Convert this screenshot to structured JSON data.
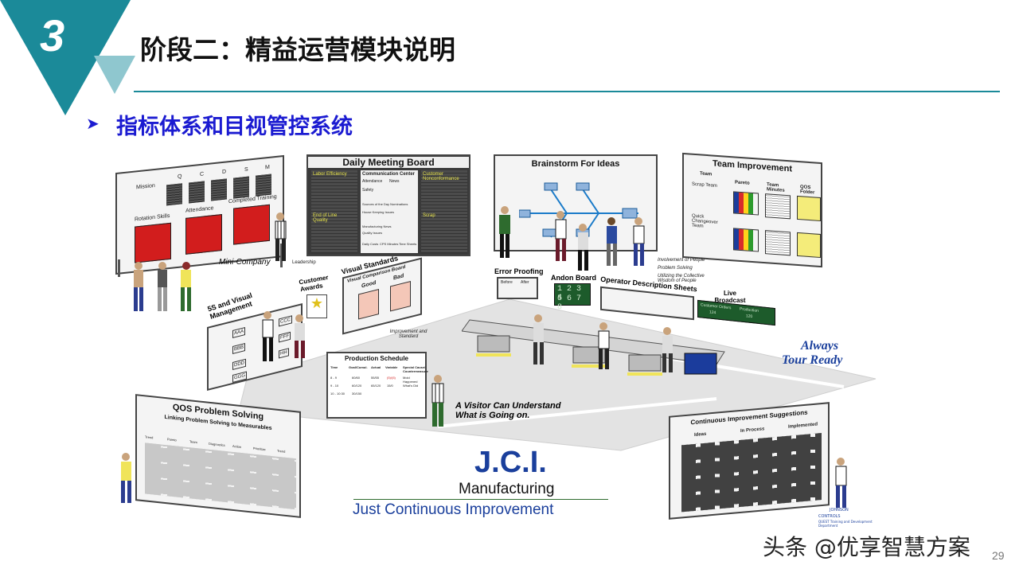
{
  "header": {
    "section_number": "3",
    "title": "阶段二：精益运营模块说明",
    "accent_color": "#1b8a99",
    "light_accent_color": "#8fc7cf"
  },
  "subtitle": {
    "bullet_icon": "arrow-right-icon",
    "text": "指标体系和目视管控系统",
    "color": "#1b1bd1"
  },
  "illustration": {
    "mini_company": {
      "columns": [
        "Mission",
        "Q",
        "C",
        "D",
        "S",
        "M"
      ],
      "labels": [
        "Rotation Skills",
        "Attendance",
        "Completed Training"
      ],
      "caption": "Mini-Company",
      "leadership": "Leadership"
    },
    "daily_meeting_board": {
      "title": "Daily Meeting Board",
      "left_labels": [
        "Labor Efficiency",
        "End of Line Quality"
      ],
      "center_labels": [
        "Communication Center",
        "Attendance",
        "News",
        "Safety",
        "Sources of the Day Nominations",
        "House Keeping Issues",
        "Manufacturing News",
        "Quality Issues",
        "Daily Costs",
        "CPS Minutes",
        "Time Sheets"
      ],
      "right_labels": [
        "Customer Nonconformance",
        "Scrap"
      ]
    },
    "brainstorm": {
      "title": "Brainstorm For Ideas"
    },
    "team_improvement": {
      "title": "Team Improvement",
      "col_headers": [
        "Team",
        "Pareto",
        "Team Minutes",
        "QOS Folder"
      ],
      "rows": [
        "Scrap Team",
        "Quick Changeover Team"
      ]
    },
    "legend_notes": [
      "Involvement of People",
      "Problem Solving",
      "Utilizing the Collective Wisdom of People"
    ],
    "five_s": {
      "title": "5S and Visual Management",
      "bins": [
        "AAA",
        "CCC",
        "BBB",
        "DDD",
        "FFF",
        "GGG",
        "HH"
      ]
    },
    "customer_awards": "Customer Awards",
    "visual_standards": {
      "title": "Visual Standards",
      "subtitle": "Visual Comparison Board",
      "good": "Good",
      "bad": "Bad"
    },
    "improvement_standard": "Improvement and Standard",
    "error_proofing": {
      "title": "Error Proofing",
      "before": "Before",
      "after": "After"
    },
    "andon_board": {
      "title": "Andon Board",
      "row1": "1 2 3 4",
      "row2": "5 6 7 8"
    },
    "operator_sheets": "Operator Description Sheets",
    "live_broadcast": {
      "title": "Live Broadcast",
      "customer_orders_label": "Customer Orders",
      "customer_orders_value": "124",
      "production_label": "Production",
      "production_value": "120"
    },
    "always_tour_ready": [
      "Always",
      "Tour Ready"
    ],
    "production_schedule": {
      "title": "Production Schedule",
      "headers": [
        "Time",
        "Goal/Cumul.",
        "Actual",
        "Variable",
        "Special Cause/ Countermeasure"
      ],
      "rows": [
        [
          "8 - 9",
          "60/60",
          "55/55",
          "(5)/(5)",
          "Mold Happened"
        ],
        [
          "9 - 10",
          "60/120",
          "65/120",
          "15/0",
          "What's Did"
        ],
        [
          "10 - 10:30",
          "30/150",
          "",
          "",
          ""
        ]
      ]
    },
    "visitor_text": [
      "A Visitor Can Understand",
      "What is Going on."
    ],
    "qos": {
      "title": "QOS Problem Solving",
      "subtitle": "Linking Problem Solving to Measurables",
      "steps": [
        "Trend",
        "Pareto",
        "Team",
        "Diagnostics",
        "Action",
        "Prioritize",
        "Trend"
      ]
    },
    "brand": {
      "name": "J.C.I.",
      "manufacturing": "Manufacturing",
      "tagline": "Just Continuous Improvement",
      "color": "#1a3f9c",
      "johnson": "JOHNSON",
      "controls": "CONTROLS",
      "credit": "QUEST Training and Development Department"
    },
    "cis": {
      "title": "Continuous Improvement Suggestions",
      "columns": [
        "Ideas",
        "In Process",
        "Implemented"
      ]
    }
  },
  "footer": {
    "watermark": "头条 @优享智慧方案",
    "page_number": "29"
  }
}
